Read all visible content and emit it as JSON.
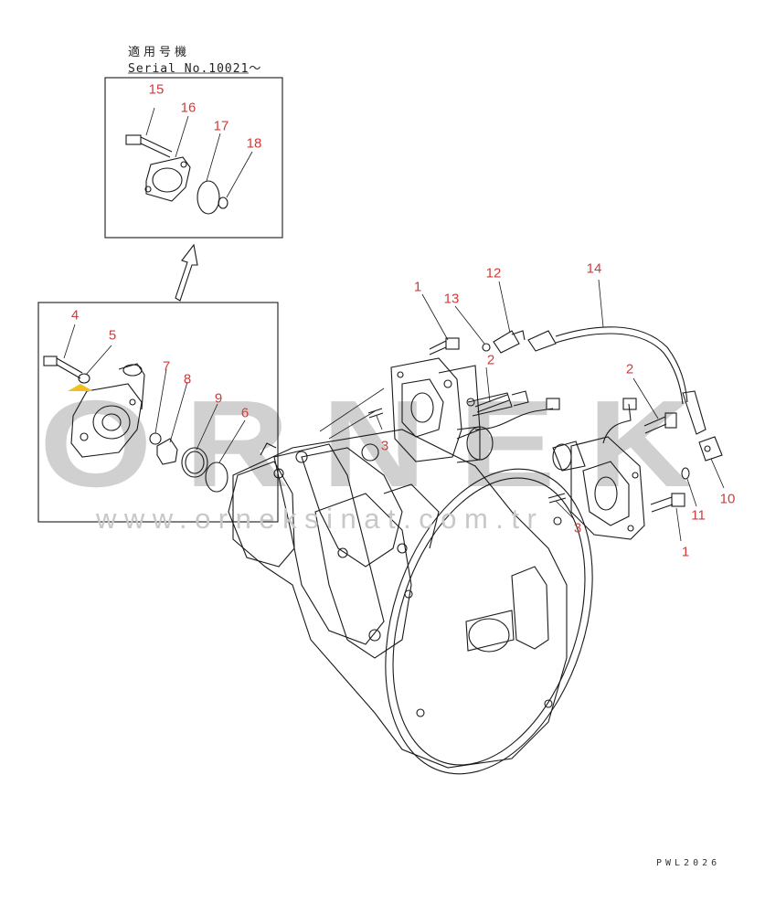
{
  "header": {
    "serial_jp": "適用号機",
    "serial_no": "Serial No.10021～"
  },
  "drawing_code": "PWL2026",
  "watermark": {
    "logo_text": "ORNEK",
    "url_text": "www.orneksinat.com.tr"
  },
  "callouts": [
    "15",
    "16",
    "17",
    "18",
    "4",
    "5",
    "7",
    "8",
    "9",
    "6",
    "1",
    "13",
    "12",
    "14",
    "2",
    "2",
    "3",
    "3",
    "1",
    "11",
    "10"
  ],
  "colors": {
    "callout": "#d23a3a",
    "line": "#1a1a1a",
    "watermark": "#cccccc",
    "accent": "#f0c020"
  }
}
